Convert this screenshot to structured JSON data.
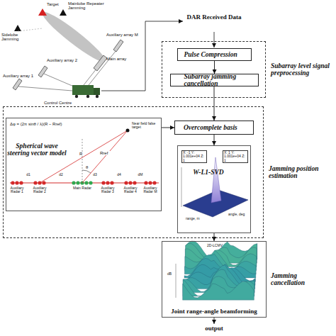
{
  "diagram": {
    "nodes": [
      {
        "text": [
          "Subarray level signal preprocessing"
        ]
      },
      {
        "text": [
          "Pulse Compression"
        ],
        "in": 0
      },
      {
        "text": [
          "Subarray jamming cancellation"
        ],
        "in": 0
      },
      {
        "text": [
          "Jamming position estimation"
        ]
      },
      {
        "text": [
          "Spherical wave steering vector model"
        ],
        "in": 3
      },
      {
        "text": [
          "Overcomplete basis"
        ],
        "in": 3
      },
      {
        "text": [
          "W-L1-SVD"
        ],
        "in": 3
      },
      {
        "text": [
          "Joint range-angle beamforming"
        ]
      }
    ],
    "edges": [
      {
        "from": 1,
        "to": 2,
        "arrow": "to"
      },
      {
        "from": 2,
        "to": 5,
        "arrow": "to"
      },
      {
        "from": 4,
        "to": 5,
        "arrow": "to"
      },
      {
        "from": 5,
        "to": 6,
        "arrow": "to"
      },
      {
        "from": 6,
        "to": 7,
        "arrow": "to"
      }
    ],
    "labels": [
      "Target",
      "Mainlobe Repeater Jamming",
      "Sidelobe Jamming",
      "Main array",
      "Auxiliary array M",
      "Auxiliary array 2",
      "Auxiliary array 1",
      "Control Centre",
      "DAR Received Data",
      "Δφ = (2π sinθ / λ)(R − Rref)",
      "Near field false target",
      "θ",
      "R",
      "Rref",
      "Auxiliary Radar 1",
      "Auxiliary Radar 2",
      "Main Radar",
      "Auxiliary Radar 3",
      "Auxiliary Radar 4",
      "Auxiliary Radar M",
      "d1",
      "d2",
      "d3",
      "d4",
      "dM",
      "X: -1 Y: 1.001e+04 Z: 1",
      "X: 1 Y: 1.001e+04 Z: 1",
      "range, m",
      "angle, deg",
      "2D-LCMV",
      "dB",
      "Jamming cancellation",
      "output"
    ]
  }
}
